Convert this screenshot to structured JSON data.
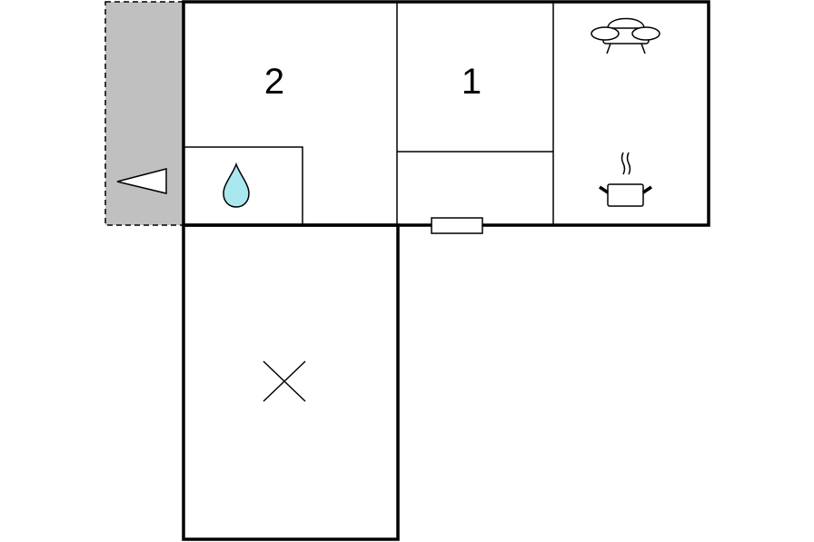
{
  "floorplan": {
    "rooms": [
      {
        "id": "bedroom-2",
        "label": "2",
        "type": "bedroom"
      },
      {
        "id": "bedroom-1",
        "label": "1",
        "type": "bedroom"
      },
      {
        "id": "bathroom",
        "label": "",
        "type": "bathroom",
        "icon": "water-drop-icon"
      },
      {
        "id": "living-kitchen",
        "label": "",
        "type": "living-room-kitchen",
        "icons": [
          "sofa-icon",
          "cooking-pot-icon"
        ]
      },
      {
        "id": "hallway",
        "label": "",
        "type": "hallway"
      },
      {
        "id": "unused-area",
        "label": "",
        "type": "other",
        "icon": "cross-icon"
      }
    ],
    "terrace": {
      "type": "terrace",
      "icon": "entrance-triangle-icon"
    },
    "colors": {
      "wall": "#000000",
      "terrace_fill": "#c0c0c0",
      "water": "#a9e8ee",
      "background": "#ffffff"
    }
  }
}
